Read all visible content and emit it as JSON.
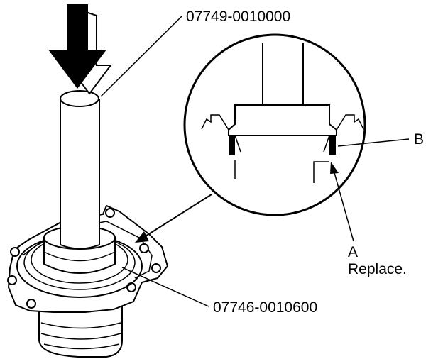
{
  "labels": {
    "tool_driver": "07749-0010000",
    "tool_attachment": "07746-0010600",
    "callout_b": "B",
    "callout_a": "A",
    "callout_a_note": "Replace."
  }
}
